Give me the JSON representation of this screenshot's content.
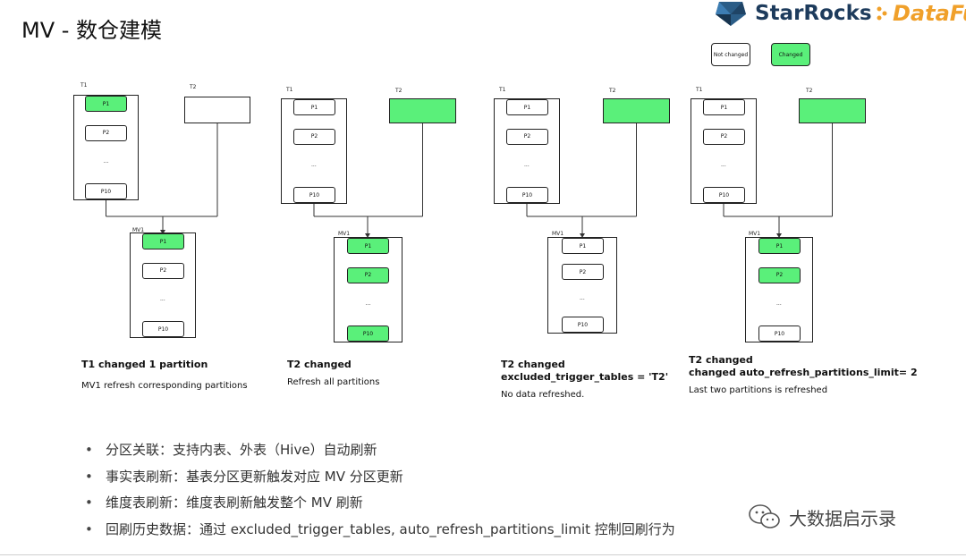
{
  "title": "MV - 数仓建模",
  "logos": {
    "starrocks": "StarRocks",
    "datafun": "DataFu"
  },
  "legend": {
    "not_changed": "Not changed",
    "changed": "Changed",
    "changed_color": "#5af07a"
  },
  "panels": [
    {
      "t1_label": "T1",
      "t2_label": "T2",
      "t2_changed": false,
      "t1_parts": [
        {
          "label": "P1",
          "changed": true
        },
        {
          "label": "P2",
          "changed": false
        },
        {
          "label": "...",
          "dots": true
        },
        {
          "label": "P10",
          "changed": false
        }
      ],
      "mv_label": "MV1",
      "mv_parts": [
        {
          "label": "P1",
          "changed": true
        },
        {
          "label": "P2",
          "changed": false
        },
        {
          "label": "...",
          "dots": true
        },
        {
          "label": "P10",
          "changed": false
        }
      ],
      "caption": [
        "T1 changed 1 partition"
      ],
      "sub": "MV1 refresh corresponding partitions"
    },
    {
      "t1_label": "T1",
      "t2_label": "T2",
      "t2_changed": true,
      "t1_parts": [
        {
          "label": "P1",
          "changed": false
        },
        {
          "label": "P2",
          "changed": false
        },
        {
          "label": "...",
          "dots": true
        },
        {
          "label": "P10",
          "changed": false
        }
      ],
      "mv_label": "MV1",
      "mv_parts": [
        {
          "label": "P1",
          "changed": true
        },
        {
          "label": "P2",
          "changed": true
        },
        {
          "label": "...",
          "dots": true
        },
        {
          "label": "P10",
          "changed": true
        }
      ],
      "caption": [
        "T2 changed"
      ],
      "sub": "Refresh all partitions"
    },
    {
      "t1_label": "T1",
      "t2_label": "T2",
      "t2_changed": true,
      "t1_parts": [
        {
          "label": "P1",
          "changed": false
        },
        {
          "label": "P2",
          "changed": false
        },
        {
          "label": "...",
          "dots": true
        },
        {
          "label": "P10",
          "changed": false
        }
      ],
      "mv_label": "MV1",
      "mv_parts": [
        {
          "label": "P1",
          "changed": false
        },
        {
          "label": "P2",
          "changed": false
        },
        {
          "label": "...",
          "dots": true
        },
        {
          "label": "P10",
          "changed": false
        }
      ],
      "caption": [
        "T2 changed",
        "excluded_trigger_tables = 'T2'"
      ],
      "sub": "No data refreshed."
    },
    {
      "t1_label": "T1",
      "t2_label": "T2",
      "t2_changed": true,
      "t1_parts": [
        {
          "label": "P1",
          "changed": false
        },
        {
          "label": "P2",
          "changed": false
        },
        {
          "label": "...",
          "dots": true
        },
        {
          "label": "P10",
          "changed": false
        }
      ],
      "mv_label": "MV1",
      "mv_parts": [
        {
          "label": "P1",
          "changed": true
        },
        {
          "label": "P2",
          "changed": true
        },
        {
          "label": "...",
          "dots": true
        },
        {
          "label": "P10",
          "changed": false
        }
      ],
      "caption": [
        "T2 changed",
        "changed auto_refresh_partitions_limit= 2"
      ],
      "sub": "Last two partitions is refreshed"
    }
  ],
  "bullets": [
    "分区关联：支持内表、外表（Hive）自动刷新",
    "事实表刷新：基表分区更新触发对应 MV 分区更新",
    "维度表刷新：维度表刷新触发整个 MV 刷新",
    "回刷历史数据：通过 excluded_trigger_tables, auto_refresh_partitions_limit 控制回刷行为"
  ],
  "bullet_char": "•",
  "watermark": "大数据启示录"
}
